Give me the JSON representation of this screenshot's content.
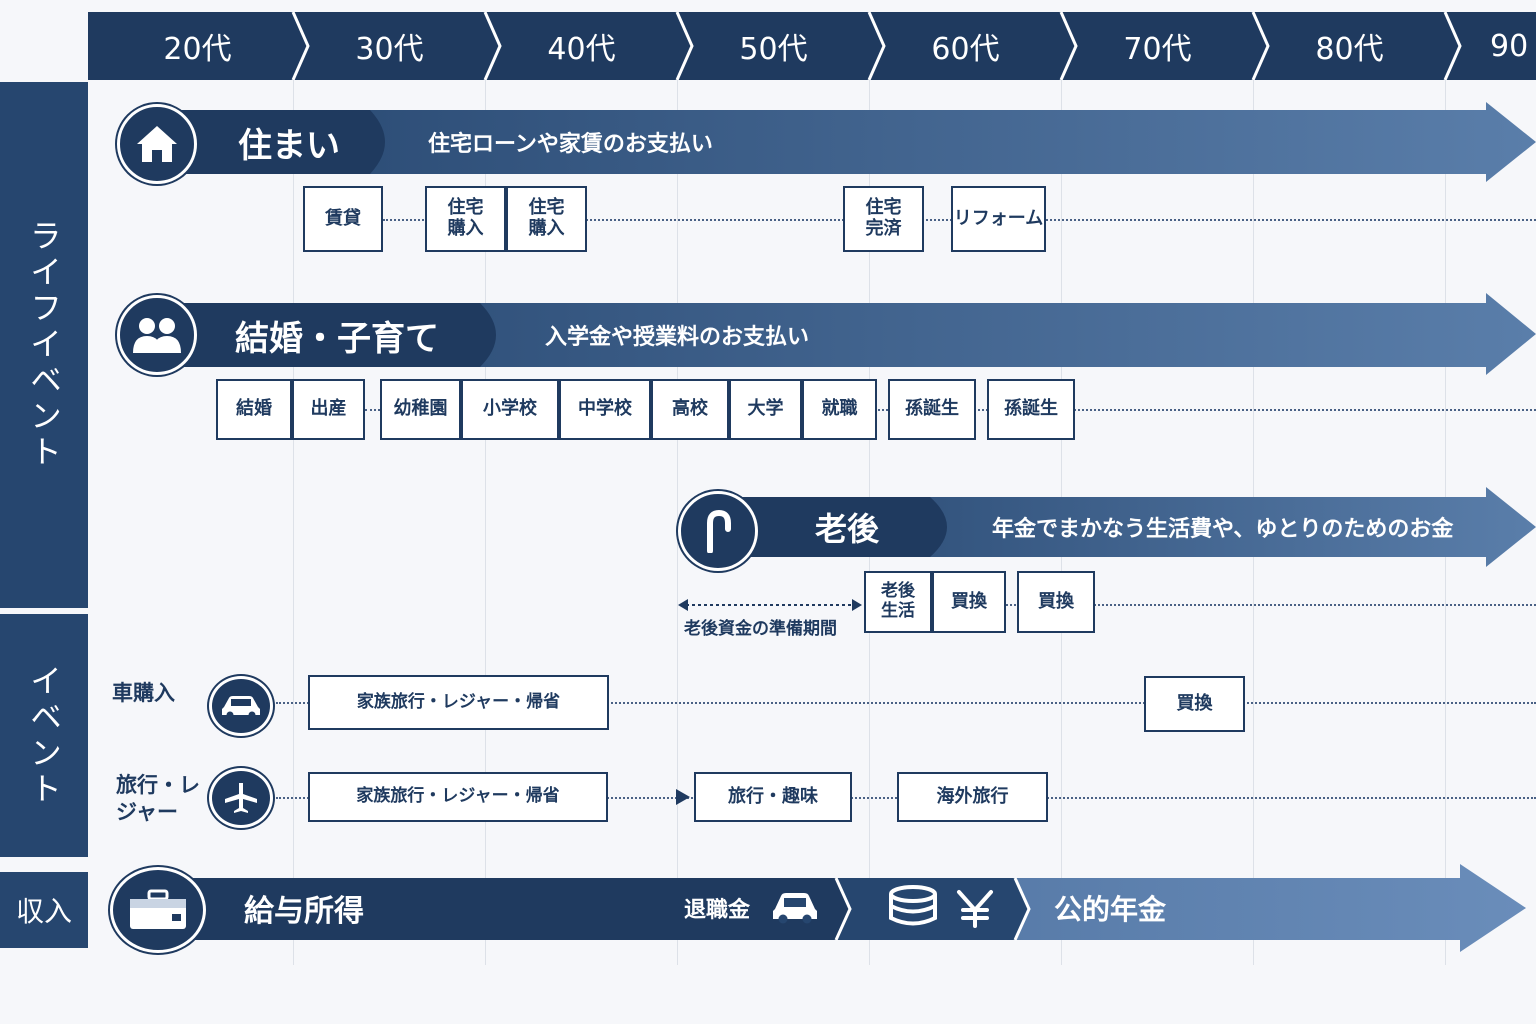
{
  "decades": [
    "20代",
    "30代",
    "40代",
    "50代",
    "60代",
    "70代",
    "80代",
    "90"
  ],
  "side_labels": {
    "life_events": "ライフイベント",
    "events": "イベント",
    "income": "収入"
  },
  "housing": {
    "title": "住まい",
    "subtitle": "住宅ローンや家賃のお支払い",
    "boxes": [
      "賃貸",
      "住宅購入",
      "住宅購入",
      "住宅完済",
      "リフォーム"
    ]
  },
  "family": {
    "title": "結婚・子育て",
    "subtitle": "入学金や授業料のお支払い",
    "boxes": [
      "結婚",
      "出産",
      "幼稚園",
      "小学校",
      "中学校",
      "高校",
      "大学",
      "就職",
      "孫誕生",
      "孫誕生"
    ]
  },
  "retirement": {
    "title": "老後",
    "subtitle": "年金でまかなう生活費や、ゆとりのためのお金",
    "boxes": [
      "老後生活",
      "買換",
      "買換"
    ],
    "prep_period": "老後資金の準備期間"
  },
  "car": {
    "label": "車購入",
    "boxes": [
      "家族旅行・レジャー・帰省",
      "買換"
    ]
  },
  "travel": {
    "label": "旅行・レジャー",
    "boxes": [
      "家族旅行・レジャー・帰省",
      "旅行・趣味",
      "海外旅行"
    ]
  },
  "income": {
    "salary": "給与所得",
    "retirement_pay": "退職金",
    "pension": "公的年金"
  },
  "icons": [
    "house-icon",
    "people-icon",
    "cane-icon",
    "car-icon",
    "airplane-icon",
    "briefcase-icon",
    "coins-icon",
    "yen-icon"
  ],
  "colors": {
    "navy": "#1f3a5f",
    "band_dark": "#26466f",
    "band_light": "#5a7eaa",
    "background": "#f6f7fa"
  }
}
